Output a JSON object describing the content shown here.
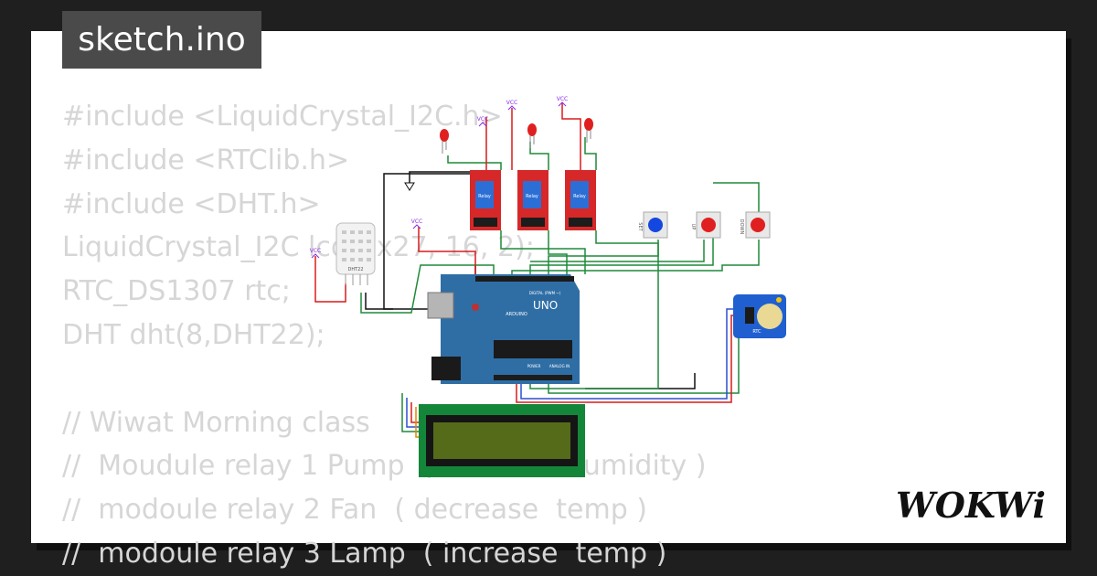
{
  "project": {
    "title": "sketch.ino"
  },
  "code_lines": [
    "#include <LiquidCrystal_I2C.h>",
    "#include <RTClib.h>",
    "#include <DHT.h>",
    "LiquidCrystal_I2C lcd(0x27, 16, 2);",
    "RTC_DS1307 rtc;",
    "DHT dht(8,DHT22);",
    "",
    "// Wiwat Morning class",
    "//  Moudule relay 1 Pump  ( increase humidity )",
    "//  modoule relay 2 Fan  ( decrease  temp )",
    "//  modoule relay 3 Lamp  ( increase  temp )"
  ],
  "circuit": {
    "vcc_label": "VCC",
    "dht_label": "DHT22",
    "relay_label": "Relay",
    "board_logo": "UNO",
    "board_brand": "ARDUINO",
    "digital_label": "DIGITAL (PWM ~)",
    "power_label": "POWER",
    "analog_label": "ANALOG IN",
    "rtc_label": "RTC",
    "buttons": [
      "SET",
      "UP",
      "DOWN"
    ]
  },
  "colors": {
    "background": "#1f1f1f",
    "card": "#ffffff",
    "code_text": "#d6d6d6",
    "title_tab": "#4a4a4a",
    "arduino": "#2f6ea5",
    "lcd_screen": "#556b1a"
  },
  "brand": {
    "logo_text": "WOKWi"
  }
}
